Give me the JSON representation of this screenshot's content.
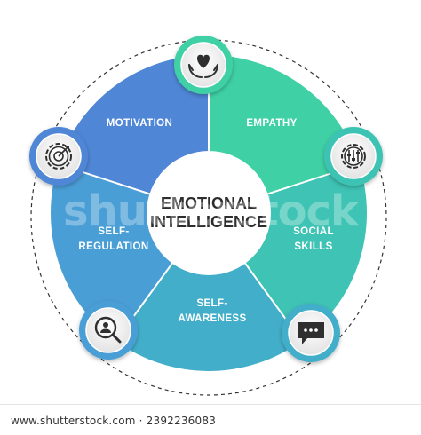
{
  "colors": {
    "motivation": "#4f86d6",
    "empathy": "#3fd0a5",
    "social_skills": "#3ec3b4",
    "self_awareness": "#42aec9",
    "self_regulation": "#4a9ed6",
    "center_text": "#2d2d2d",
    "segment_text": "#ffffff",
    "icon_stroke": "#2f2f2f"
  },
  "diagram": {
    "center": {
      "line1": "EMOTIONAL",
      "line2": "INTELLIGENCE"
    },
    "segments": [
      {
        "label_lines": [
          "MOTIVATION"
        ],
        "color": "#4f86d6",
        "icon": "target-gear-icon"
      },
      {
        "label_lines": [
          "EMPATHY"
        ],
        "color": "#3fd0a5",
        "icon": "heart-hands-icon"
      },
      {
        "label_lines": [
          "SOCIAL",
          "SKILLS"
        ],
        "color": "#3ec3b4",
        "icon": "gear-sliders-icon"
      },
      {
        "label_lines": [
          "SELF-",
          "AWARENESS"
        ],
        "color": "#42aec9",
        "icon": "chat-bubble-icon"
      },
      {
        "label_lines": [
          "SELF-",
          "REGULATION"
        ],
        "color": "#4a9ed6",
        "icon": "person-magnifier-icon"
      }
    ]
  },
  "watermark": "shutterstock",
  "footer": {
    "url": "www.shutterstock.com · 2392236083"
  }
}
